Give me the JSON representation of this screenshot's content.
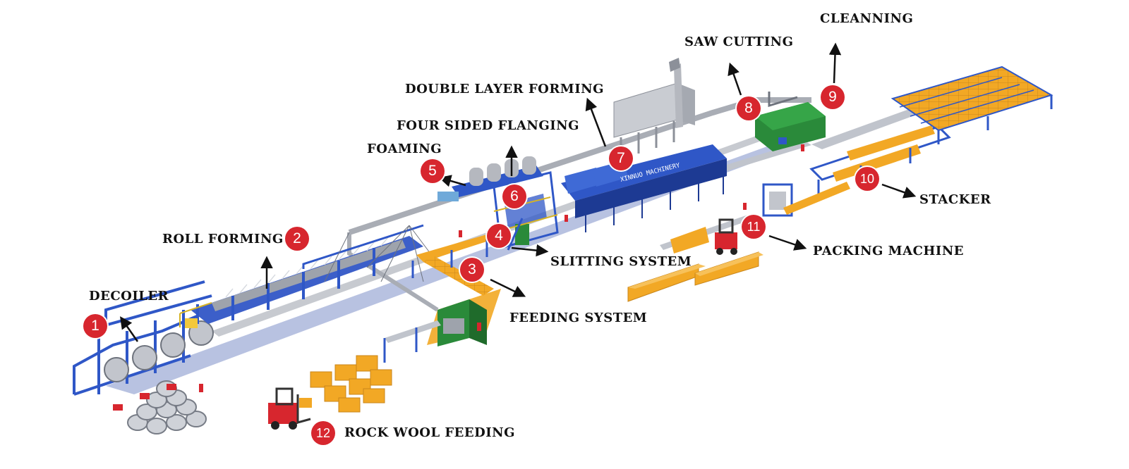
{
  "brand": "XINNUO MACHINERY",
  "colors": {
    "frame": "#2f57c7",
    "frame_dark": "#1d3a93",
    "steel": "#b9bcc3",
    "product": "#f2a825",
    "accent": "#d7262e",
    "enclosure": "#2a8a3a"
  },
  "steps": [
    {
      "num": "1",
      "label": "DECOILER"
    },
    {
      "num": "2",
      "label": "ROLL FORMING"
    },
    {
      "num": "3",
      "label": "FEEDING SYSTEM"
    },
    {
      "num": "4",
      "label": "SLITTING SYSTEM"
    },
    {
      "num": "5",
      "label": "FOAMING"
    },
    {
      "num": "6",
      "label": "FOUR SIDED FLANGING"
    },
    {
      "num": "7",
      "label": "DOUBLE LAYER FORMING"
    },
    {
      "num": "8",
      "label": "SAW CUTTING"
    },
    {
      "num": "9",
      "label": "CLEANNING"
    },
    {
      "num": "10",
      "label": "STACKER"
    },
    {
      "num": "11",
      "label": "PACKING MACHINE"
    },
    {
      "num": "12",
      "label": "ROCK WOOL FEEDING"
    }
  ]
}
